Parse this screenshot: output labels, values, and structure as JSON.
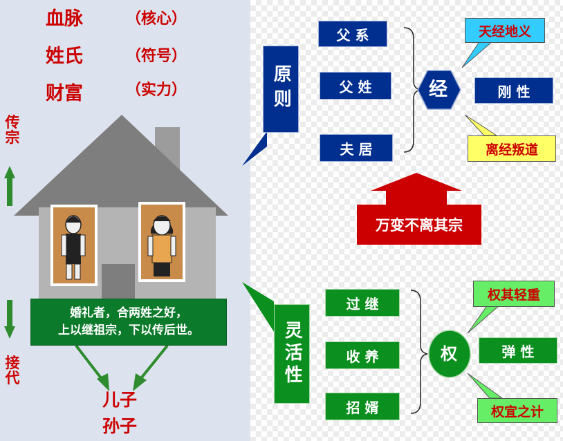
{
  "left": {
    "rows": [
      {
        "term": "血脉",
        "note": "（核心）"
      },
      {
        "term": "姓氏",
        "note": "（符号）"
      },
      {
        "term": "财富",
        "note": "（实力）"
      }
    ],
    "chuanzong": "传宗",
    "jiedai": "接代",
    "note_lines": [
      "婚礼者，合两姓之好，",
      "上以继祖宗，下以传后世。"
    ],
    "descendants": [
      "儿子",
      "孙子"
    ]
  },
  "principle": {
    "label": "原则",
    "items": [
      "父  系",
      "父  姓",
      "夫  居"
    ],
    "hub": "经",
    "callout_top": "天经地义",
    "trait": "刚  性",
    "callout_bottom": "离经叛道"
  },
  "banner": "万变不离其宗",
  "flexibility": {
    "label": "灵活性",
    "items": [
      "过  继",
      "收  养",
      "招  婿"
    ],
    "hub": "权",
    "callout_top": "权其轻重",
    "trait": "弹  性",
    "callout_bottom": "权宜之计"
  },
  "colors": {
    "red": "#cc0000",
    "blue": "#002f8f",
    "green": "#0b8f1e",
    "yellow": "#ffff66",
    "cyan": "#33ccff",
    "light_green": "#66ee66"
  }
}
